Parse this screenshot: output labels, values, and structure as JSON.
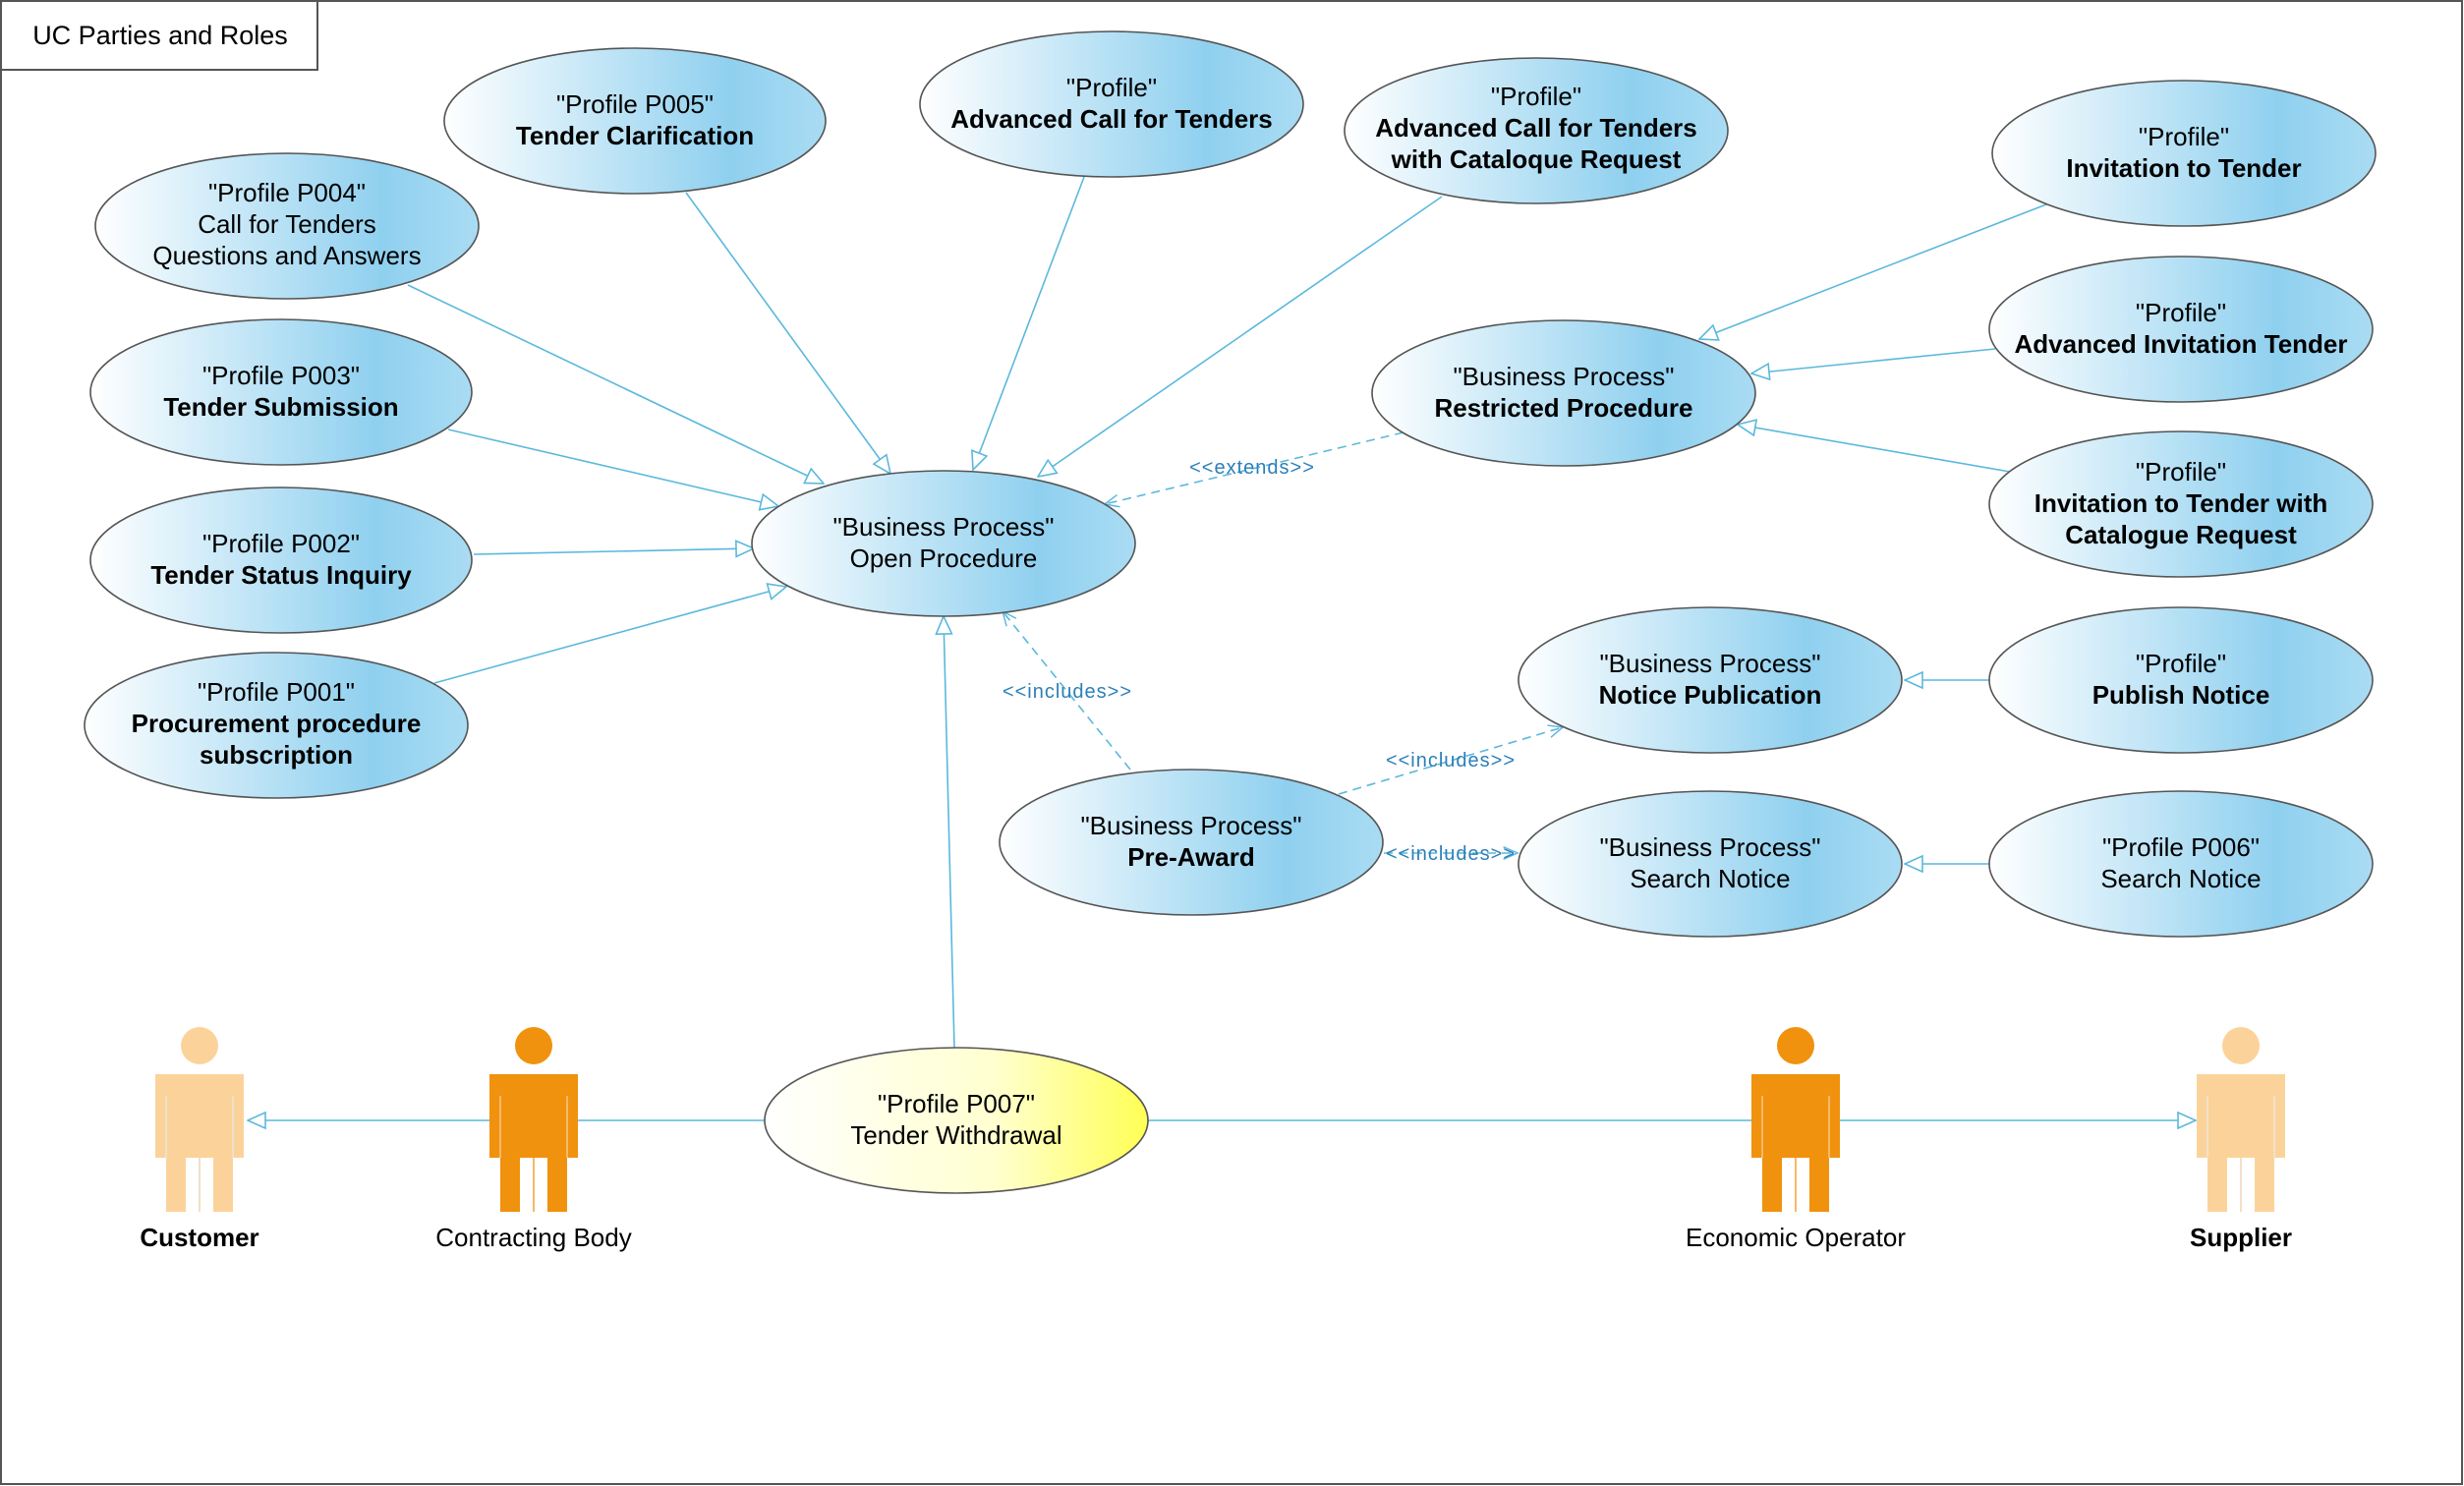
{
  "frame": {
    "title": "UC Parties and Roles"
  },
  "use_cases": {
    "open_procedure": {
      "line1": "\"Business Process\"",
      "line2": "Open Procedure"
    },
    "restricted_procedure": {
      "line1": "\"Business Process\"",
      "line2": "Restricted Procedure"
    },
    "pre_award": {
      "line1": "\"Business Process\"",
      "line2": "Pre-Award"
    },
    "notice_publication": {
      "line1": "\"Business Process\"",
      "line2": "Notice Publication"
    },
    "search_notice_bp": {
      "line1": "\"Business Process\"",
      "line2": "Search Notice"
    },
    "p005": {
      "line1": "\"Profile P005\"",
      "line2": "Tender Clarification"
    },
    "p004": {
      "line1": "\"Profile P004\"",
      "line2": "Call for Tenders",
      "line3": "Questions and Answers"
    },
    "p003": {
      "line1": "\"Profile P003\"",
      "line2": "Tender Submission"
    },
    "p002": {
      "line1": "\"Profile P002\"",
      "line2": "Tender Status Inquiry"
    },
    "p001": {
      "line1": "\"Profile P001\"",
      "line2": "Procurement procedure",
      "line3": "subscription"
    },
    "advanced_call": {
      "line1": "\"Profile\"",
      "line2": "Advanced Call for Tenders"
    },
    "advanced_call_catalogue": {
      "line1": "\"Profile\"",
      "line2": "Advanced Call for Tenders",
      "line3": "with Cataloque Request"
    },
    "invitation_to_tender": {
      "line1": "\"Profile\"",
      "line2": "Invitation to Tender"
    },
    "advanced_invitation": {
      "line1": "\"Profile\"",
      "line2": "Advanced Invitation Tender"
    },
    "invitation_catalogue": {
      "line1": "\"Profile\"",
      "line2": "Invitation to Tender with",
      "line3": "Catalogue Request"
    },
    "publish_notice": {
      "line1": "\"Profile\"",
      "line2": "Publish Notice"
    },
    "p006": {
      "line1": "\"Profile P006\"",
      "line2": "Search Notice"
    },
    "p007": {
      "line1": "\"Profile P007\"",
      "line2": "Tender Withdrawal"
    }
  },
  "stereotypes": {
    "extends": "<<extends>>",
    "includes": "<<includes>>"
  },
  "actors": {
    "customer": "Customer",
    "contracting_body": "Contracting Body",
    "economic_operator": "Economic Operator",
    "supplier": "Supplier"
  },
  "colors": {
    "use_case_fill_start": "#ffffff",
    "use_case_fill_end": "#8fd0ef",
    "highlight_fill_end": "#ffff66",
    "actor_primary": "#f0920e",
    "actor_secondary": "#fbd39a",
    "connector": "#5bb8dc",
    "stereotype_text": "#2c7fb8"
  }
}
